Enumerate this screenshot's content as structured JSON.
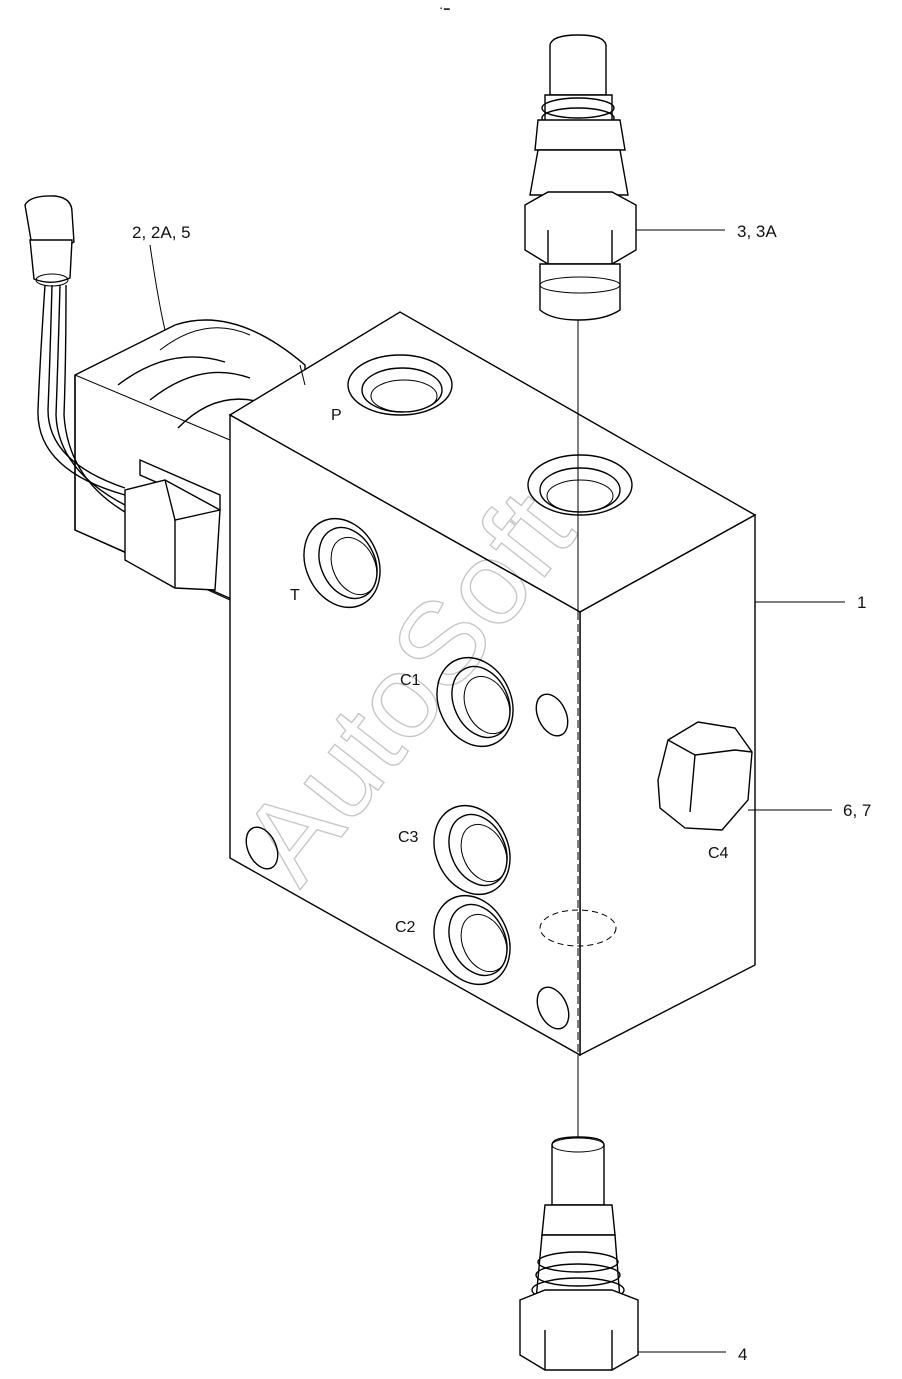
{
  "top_mark": "▪ ▬",
  "watermark": "AutoSoft",
  "callouts": {
    "solenoid": "2, 2A, 5",
    "sensor": "3, 3A",
    "block": "1",
    "plug": "6, 7",
    "bottom_fitting": "4"
  },
  "ports": {
    "p": "P",
    "t": "T",
    "c1": "C1",
    "c3": "C3",
    "c2": "C2",
    "c4": "C4"
  },
  "colors": {
    "line": "#000000",
    "background": "#ffffff",
    "watermark": "#c8c8c8"
  }
}
